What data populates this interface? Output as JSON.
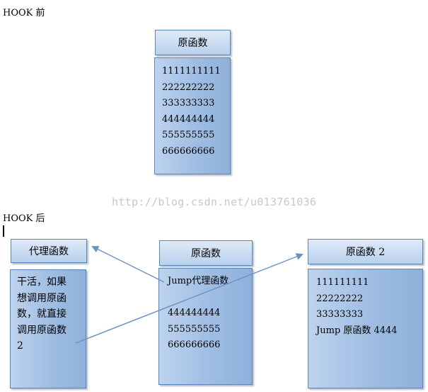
{
  "before": {
    "label": "HOOK 前",
    "original": {
      "title": "原函数",
      "lines": [
        "1111111111",
        "222222222",
        "333333333",
        "444444444",
        "555555555",
        "666666666"
      ]
    }
  },
  "after": {
    "label": "HOOK 后",
    "proxy": {
      "title": "代理函数",
      "lines": [
        "干活，如果",
        "想调用原函",
        "数，就直接",
        "调用原函数",
        "2"
      ]
    },
    "original": {
      "title": "原函数",
      "lines": [
        "Jump代理函数",
        "",
        "444444444",
        "555555555",
        "666666666"
      ]
    },
    "original2": {
      "title": "原函数 2",
      "lines": [
        "111111111",
        "22222222",
        "33333333",
        "Jump 原函数 4444"
      ]
    }
  },
  "watermark": "http://blog.csdn.net/u013761036",
  "colors": {
    "border": "#5b86b8",
    "arrow": "#6a93c4"
  }
}
